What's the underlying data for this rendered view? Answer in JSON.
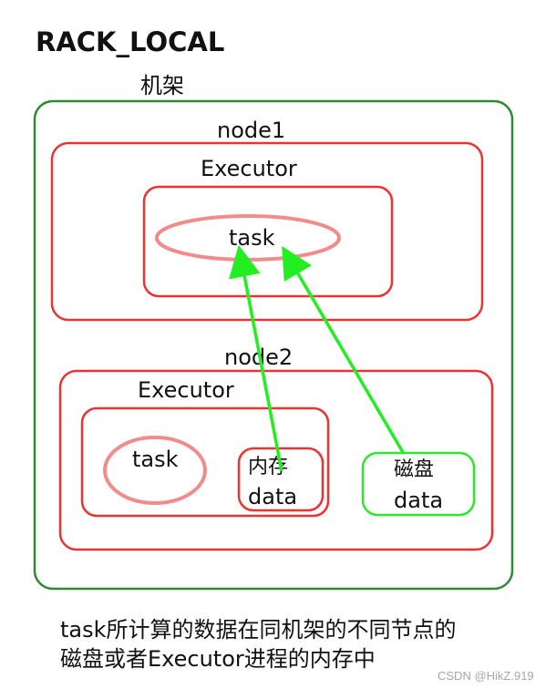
{
  "title": "RACK_LOCAL",
  "rack": {
    "label": "机架",
    "node1": {
      "label": "node1",
      "executor_label": "Executor",
      "task_label": "task"
    },
    "node2": {
      "label": "node2",
      "executor_label": "Executor",
      "task_label": "task",
      "memory": {
        "label": "内存",
        "data_label": "data"
      },
      "disk": {
        "label": "磁盘",
        "data_label": "data"
      }
    }
  },
  "caption": {
    "line1": "task所计算的数据在同机架的不同节点的",
    "line2": "磁盘或者Executor进程的内存中"
  },
  "watermark": "CSDN @HikZ.919",
  "colors": {
    "rack_border": "#2f8a2f",
    "node_border": "#ec3333",
    "task_ellipse": "#f28c8c",
    "disk_border": "#2ee82e",
    "arrow": "#22ee22"
  }
}
